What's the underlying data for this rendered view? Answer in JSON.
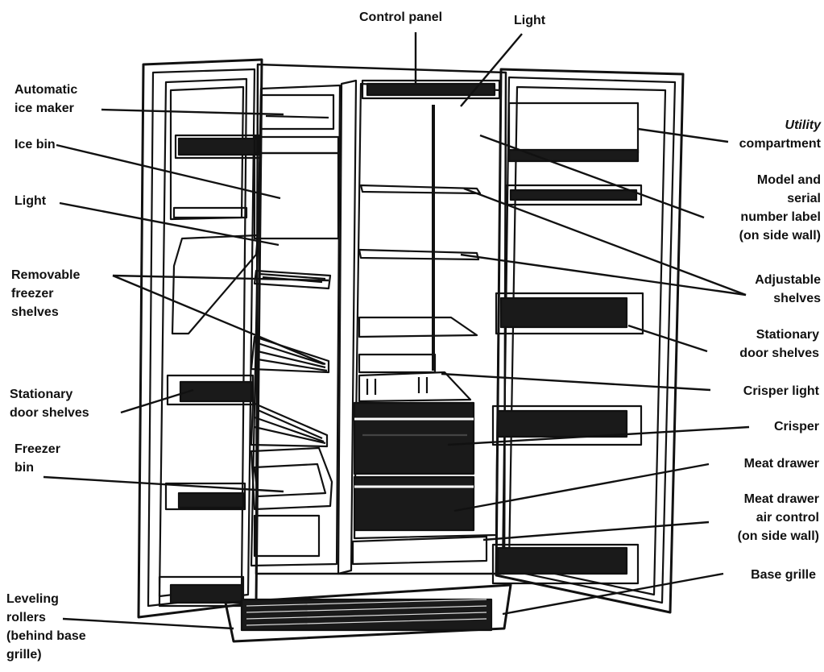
{
  "labels": {
    "control_panel": [
      "Control panel"
    ],
    "light_top": [
      "Light"
    ],
    "automatic_ice_maker": [
      "Automatic",
      "ice maker"
    ],
    "ice_bin": [
      "Ice bin"
    ],
    "light_left": [
      "Light"
    ],
    "removable_freezer_shelves": [
      "Removable",
      "freezer",
      "shelves"
    ],
    "stationary_door_shelves_left": [
      "Stationary",
      "door shelves"
    ],
    "freezer_bin": [
      "Freezer",
      "bin"
    ],
    "leveling_rollers": [
      "Leveling",
      "rollers",
      "(behind base",
      "grille)"
    ],
    "utility_compartment": [
      "Utility",
      "compartment"
    ],
    "model_serial_label": [
      "Model and",
      "serial",
      "number label",
      "(on side wall)"
    ],
    "adjustable_shelves": [
      "Adjustable",
      "shelves"
    ],
    "stationary_door_shelves_right": [
      "Stationary",
      "door shelves"
    ],
    "crisper_light": [
      "Crisper light"
    ],
    "crisper": [
      "Crisper"
    ],
    "meat_drawer": [
      "Meat drawer"
    ],
    "meat_drawer_air_control": [
      "Meat drawer",
      "air control",
      "(on side wall)"
    ],
    "base_grille": [
      "Base grille"
    ]
  },
  "colors": {
    "ink": "#111111",
    "paper": "#ffffff",
    "dark_fill": "#1a1a1a"
  }
}
